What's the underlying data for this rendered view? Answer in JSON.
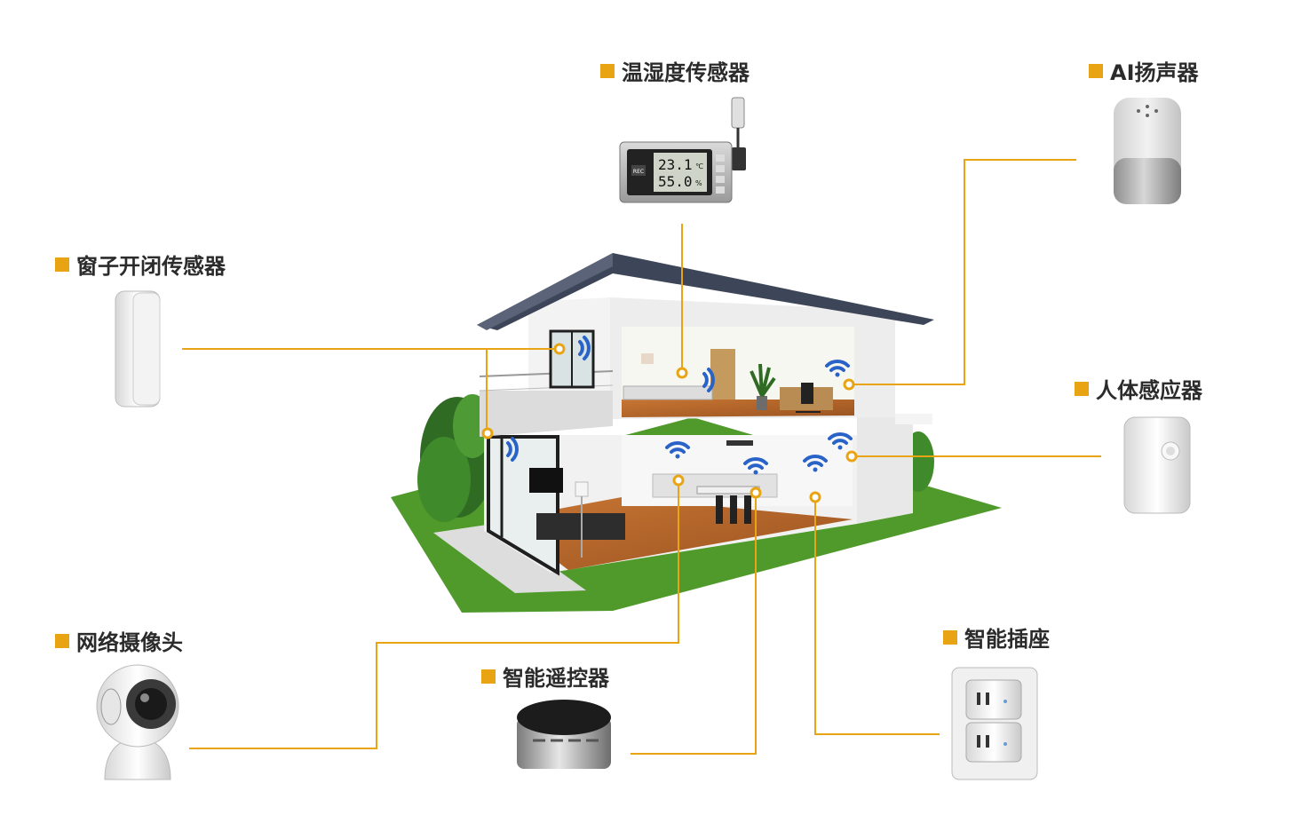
{
  "colors": {
    "accent": "#e8a412",
    "wifi": "#2a63c8",
    "grass": "#4f9a2a",
    "roof": "#3d4658",
    "floor": "#b8682c"
  },
  "devices": {
    "temp_sensor": {
      "label": "温湿度传感器",
      "readout1": "23.1",
      "unit1": "℃",
      "readout2": "55.0",
      "unit2": "%",
      "button": "REC"
    },
    "ai_speaker": {
      "label": "AI扬声器"
    },
    "window_sensor": {
      "label": "窗子开闭传感器"
    },
    "motion_sensor": {
      "label": "人体感应器"
    },
    "camera": {
      "label": "网络摄像头"
    },
    "remote": {
      "label": "智能遥控器"
    },
    "smart_plug": {
      "label": "智能插座"
    }
  }
}
